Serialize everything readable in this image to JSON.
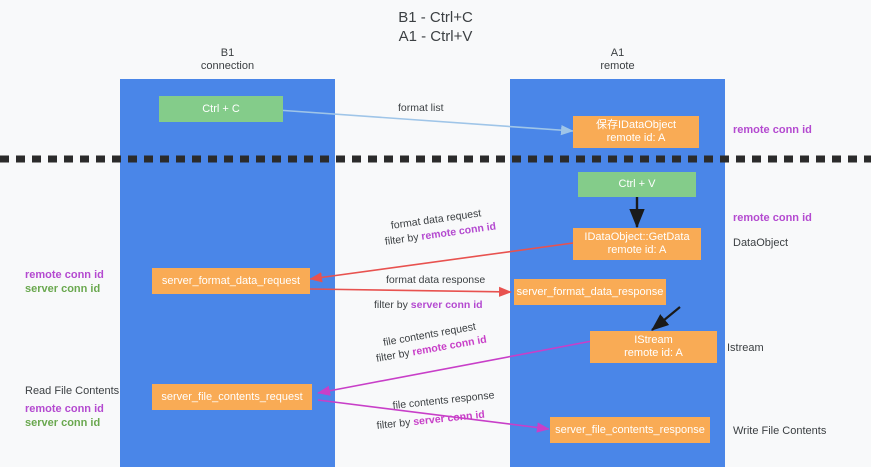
{
  "title": {
    "line1": "B1 - Ctrl+C",
    "line2": "A1 - Ctrl+V"
  },
  "lanes": [
    {
      "name": "B1",
      "sub": "connection"
    },
    {
      "name": "A1",
      "sub": "remote"
    }
  ],
  "nodes": {
    "ctrl_c": "Ctrl + C",
    "ctrl_v": "Ctrl + V",
    "save_idataobject_l1": "保存IDataObject",
    "save_idataobject_l2": "remote id: A",
    "getdata_l1": "IDataObject::GetData",
    "getdata_l2": "remote id: A",
    "istream_l1": "IStream",
    "istream_l2": "remote id: A",
    "server_format_data_request": "server_format_data_request",
    "server_format_data_response": "server_format_data_response",
    "server_file_contents_request": "server_file_contents_request",
    "server_file_contents_response": "server_file_contents_response"
  },
  "edge_labels": {
    "format_list": "format list",
    "format_data_request": "format data request",
    "format_data_request_filter_prefix": "filter by ",
    "format_data_request_filter_key": "remote conn id",
    "format_data_response": "format data response",
    "format_data_response_filter_prefix": "filter by ",
    "format_data_response_filter_key": "server conn id",
    "file_contents_request": "file contents request",
    "file_contents_request_filter_prefix": "filter by ",
    "file_contents_request_filter_key": "remote conn id",
    "file_contents_response": "file contents response",
    "file_contents_response_filter_prefix": "filter by ",
    "file_contents_response_filter_key": "server conn id"
  },
  "side_labels": {
    "right_remote_conn_id_top": "remote conn id",
    "right_remote_conn_id_mid": "remote conn id",
    "right_dataobject": "DataObject",
    "right_istream": "Istream",
    "right_write_file_contents": "Write File Contents",
    "left_remote_conn_id_mid": "remote conn id",
    "left_server_conn_id_mid": "server conn id",
    "left_read_file_contents": "Read File Contents",
    "left_remote_conn_id_bottom": "remote conn id",
    "left_server_conn_id_bottom": "server conn id"
  },
  "colors": {
    "lane": "#4a86e8",
    "node_orange": "#f9ab55",
    "node_green": "#84cc8a",
    "accent_purple": "#b44ad0",
    "accent_green": "#6aa84f",
    "arrow_red": "#e8524f",
    "arrow_magenta": "#c83fc8",
    "arrow_lightblue": "#9fc5e8",
    "arrow_black": "#1a1a1a",
    "background": "#f8f9fa"
  }
}
